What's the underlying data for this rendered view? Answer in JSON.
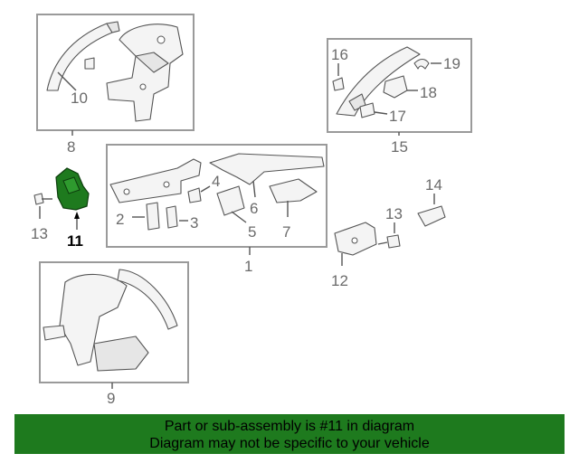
{
  "callouts": {
    "c1": "1",
    "c2": "2",
    "c3": "3",
    "c4": "4",
    "c5": "5",
    "c6": "6",
    "c7": "7",
    "c8": "8",
    "c9": "9",
    "c10": "10",
    "c11": "11",
    "c12": "12",
    "c13a": "13",
    "c13b": "13",
    "c14": "14",
    "c15": "15",
    "c16": "16",
    "c17": "17",
    "c18": "18",
    "c19": "19"
  },
  "highlight": {
    "color": "#1e7a1e",
    "part": "11"
  },
  "banner": {
    "line1": "Part or sub-assembly is #11 in diagram",
    "line2": "Diagram may not be specific to your vehicle",
    "color": "#1e7a1e"
  }
}
